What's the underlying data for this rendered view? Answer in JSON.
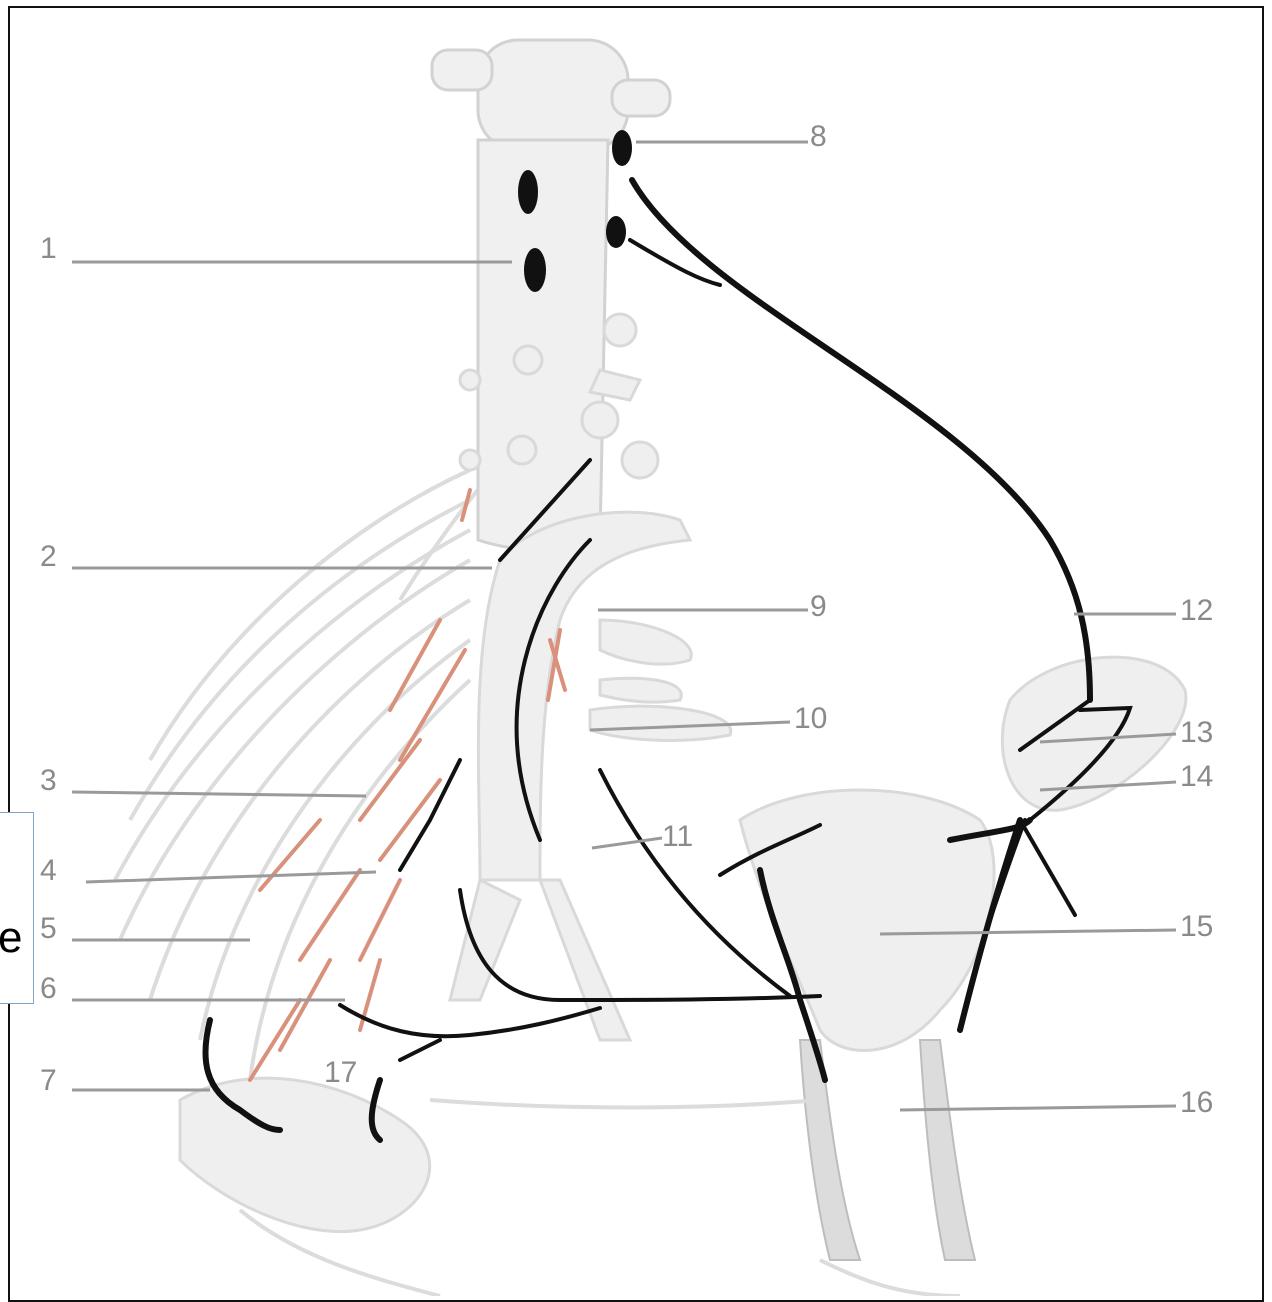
{
  "labels": [
    {
      "id": "1",
      "text": "1"
    },
    {
      "id": "2",
      "text": "2"
    },
    {
      "id": "3",
      "text": "3"
    },
    {
      "id": "4",
      "text": "4"
    },
    {
      "id": "5",
      "text": "5"
    },
    {
      "id": "6",
      "text": "6"
    },
    {
      "id": "7",
      "text": "7"
    },
    {
      "id": "8",
      "text": "8"
    },
    {
      "id": "9",
      "text": "9"
    },
    {
      "id": "10",
      "text": "10"
    },
    {
      "id": "11",
      "text": "11"
    },
    {
      "id": "12",
      "text": "12"
    },
    {
      "id": "13",
      "text": "13"
    },
    {
      "id": "14",
      "text": "14"
    },
    {
      "id": "15",
      "text": "15"
    },
    {
      "id": "16",
      "text": "16"
    },
    {
      "id": "17",
      "text": "17"
    }
  ],
  "side_tab": {
    "text": "e"
  },
  "colors": {
    "nerve": "#111111",
    "vessel": "#d9917c",
    "anatomy_fill": "#f0f0f0",
    "label": "#8a8a8a",
    "frame": "#111111",
    "side_tab_border": "#7fa6c9"
  }
}
